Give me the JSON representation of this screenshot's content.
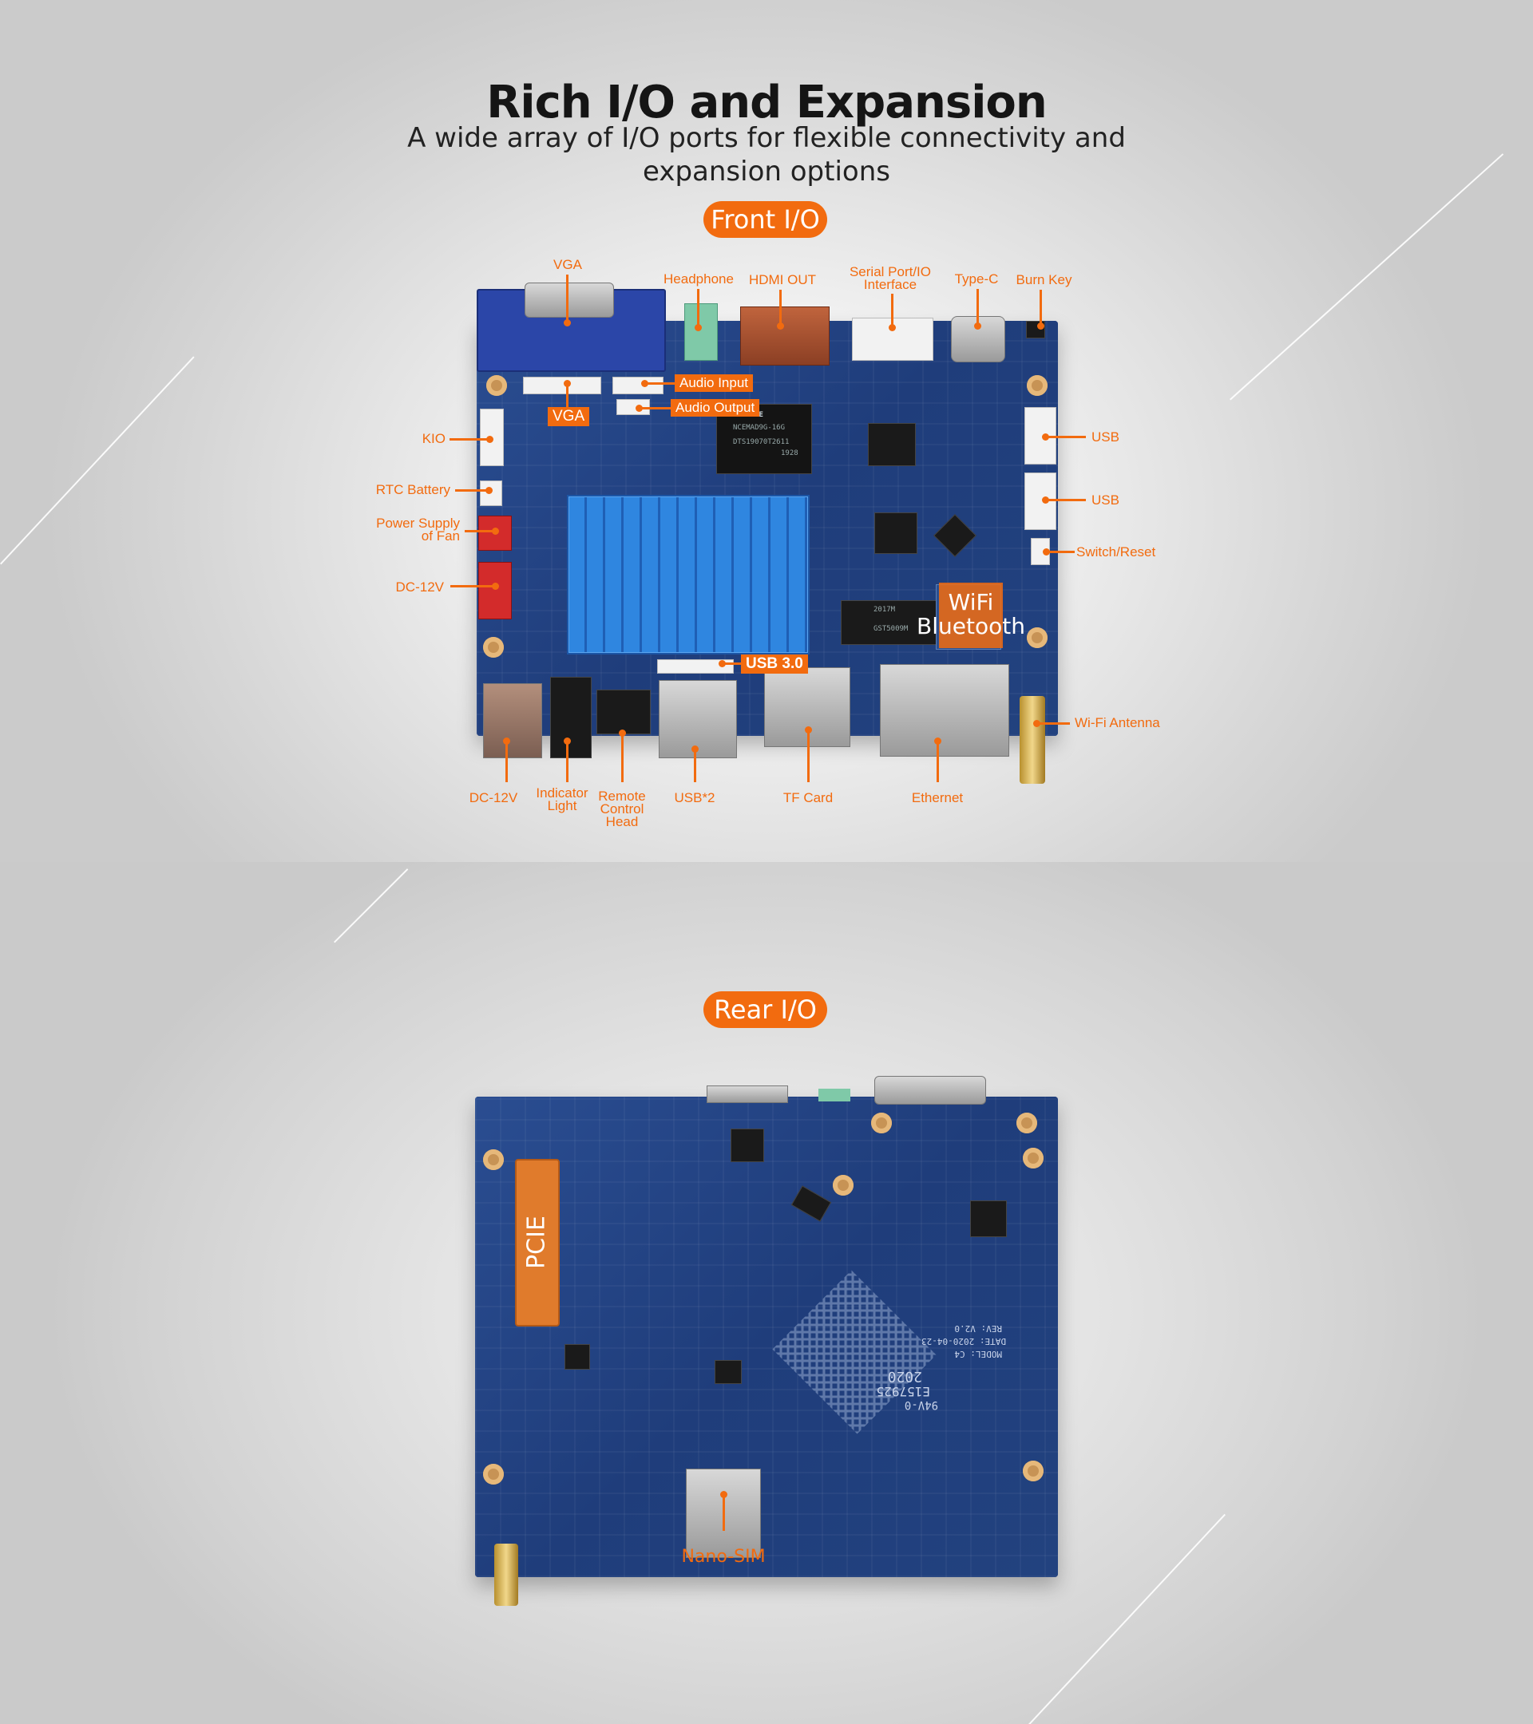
{
  "title": "Rich I/O and Expansion",
  "subtitle": "A wide array of I/O ports for flexible connectivity and expansion options",
  "front": {
    "pill": "Front I/O",
    "labels": {
      "vga_top": "VGA",
      "headphone": "Headphone",
      "hdmi_out": "HDMI OUT",
      "serial": "Serial Port/IO Interface",
      "type_c": "Type-C",
      "burn_key": "Burn Key",
      "kio": "KIO",
      "rtc_battery": "RTC Battery",
      "power_fan": "Power Supply of Fan",
      "dc12v_left": "DC-12V",
      "usb1": "USB",
      "usb2": "USB",
      "switch_reset": "Switch/Reset",
      "wifi_antenna": "Wi-Fi Antenna",
      "dc12v_bottom": "DC-12V",
      "indicator_light": "Indicator Light",
      "remote_control": "Remote Control Head",
      "usb_x2": "USB*2",
      "tf_card": "TF Card",
      "ethernet": "Ethernet"
    },
    "tags": {
      "audio_input": "Audio Input",
      "audio_output": "Audio Output",
      "vga": "VGA",
      "usb30": "USB 3.0",
      "wifi": "WiFi",
      "bluetooth": "Bluetooth"
    },
    "chip_text": {
      "foresee": "FORESEE",
      "foresee_part": "NCEMAD9G-16G",
      "foresee_code": "DTS19070T2611",
      "foresee_num": "1928",
      "gs": "GST5009M",
      "gs_code": "2017M"
    }
  },
  "rear": {
    "pill": "Rear I/O",
    "pcie": "PCIE",
    "nano_sim": "Nano-SIM",
    "board_text": {
      "year": "2020",
      "model": "E157925",
      "rating": "94V-0",
      "date": "DATE: 2020-04-23",
      "rev": "REV: V2.0",
      "model_line": "MODEL: C4"
    }
  },
  "colors": {
    "accent": "#f26b0f",
    "board": "#23417e",
    "heatsink": "#2f86e0"
  }
}
